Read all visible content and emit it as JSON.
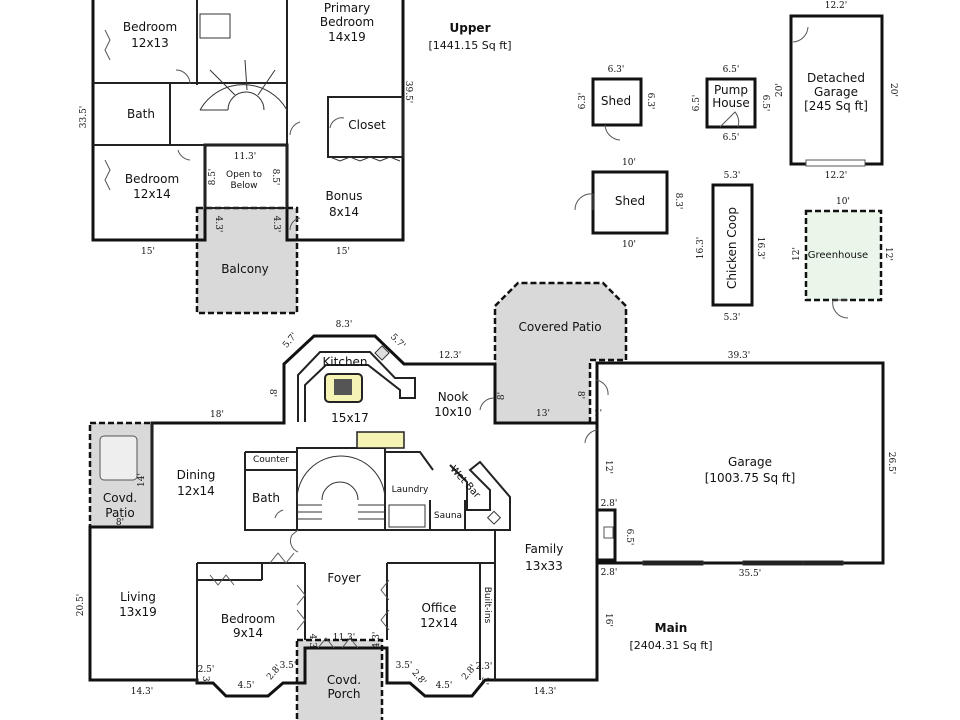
{
  "colors": {
    "living": "#f6f4b4",
    "garage": "#b6f0b0",
    "patio": "#d9d9d9",
    "shed": "#e2e2e6",
    "greenhouse": "#eaf6ea"
  },
  "upper": {
    "title": "Upper",
    "area": "[1441.15 Sq ft]",
    "bedroom1": {
      "name": "Bedroom",
      "size": "12x13"
    },
    "primary": {
      "name1": "Primary",
      "name2": "Bedroom",
      "size": "14x19"
    },
    "bath": "Bath",
    "closet": "Closet",
    "bedroom2": {
      "name": "Bedroom",
      "size": "12x14"
    },
    "open": {
      "line1": "Open to",
      "line2": "Below"
    },
    "bonus": {
      "name": "Bonus",
      "size": "8x14"
    },
    "balcony": "Balcony",
    "dims": [
      "11.3'",
      "8.5'",
      "8.5'",
      "4.3'",
      "4.3'",
      "15'",
      "15'",
      "39.5'",
      "33.5'"
    ]
  },
  "outbuildings": {
    "shed1": {
      "name": "Shed",
      "dims": [
        "6.3'",
        "6.3'",
        "6.3'"
      ]
    },
    "pump": {
      "line1": "Pump",
      "line2": "House",
      "dims": [
        "6.5'",
        "6.5'",
        "6.5'",
        "6.5'"
      ]
    },
    "detached": {
      "line1": "Detached",
      "line2": "Garage",
      "area": "[245 Sq ft]",
      "dims": [
        "12.2'",
        "20'",
        "20'",
        "12.2'"
      ]
    },
    "shed2": {
      "name": "Shed",
      "dims": [
        "10'",
        "8.3'",
        "10'"
      ]
    },
    "coop": {
      "name": "Chicken Coop",
      "dims": [
        "5.3'",
        "16.3'",
        "16.3'",
        "5.3'"
      ]
    },
    "greenhouse": {
      "name": "Greenhouse",
      "dims": [
        "10'",
        "12'",
        "12'"
      ]
    }
  },
  "main": {
    "title": "Main",
    "area": "[2404.31 Sq ft]",
    "kitchen": {
      "name": "Kitchen",
      "size": "15x17"
    },
    "nook": {
      "name": "Nook",
      "size": "10x10"
    },
    "covered_patio": "Covered Patio",
    "garage": {
      "name": "Garage",
      "area": "[1003.75 Sq ft]"
    },
    "dining": {
      "name": "Dining",
      "size": "12x14"
    },
    "covd_patio": {
      "line1": "Covd.",
      "line2": "Patio"
    },
    "counter": "Counter",
    "bath": "Bath",
    "laundry": "Laundry",
    "sauna": "Sauna",
    "wet_bar": "Wet Bar",
    "family": {
      "name": "Family",
      "size": "13x33"
    },
    "foyer": "Foyer",
    "living": {
      "name": "Living",
      "size": "13x19"
    },
    "bedroom": {
      "name": "Bedroom",
      "size": "9x14"
    },
    "office": {
      "name": "Office",
      "size": "12x14"
    },
    "builtins": "Built-ins",
    "porch": {
      "line1": "Covd.",
      "line2": "Porch"
    },
    "dims": [
      "8.3'",
      "5.7'",
      "5.7'",
      "8'",
      "18'",
      "12.3'",
      "8'",
      "13'",
      "8'",
      "1'",
      "39.3'",
      "26.5'",
      "12'",
      "2.8'",
      "6.5'",
      "2.8'",
      "35.5'",
      "14'",
      "8'",
      "20.5'",
      "11.3'",
      "4.3'",
      "4.3'",
      "16'",
      "14.3'",
      "14.3'",
      "2.5'",
      "3'",
      "4.5'",
      "2.8'",
      "3.5'",
      "3.5'",
      "2.8'",
      "4.5'",
      "2.8'",
      "2.3'",
      "3'"
    ]
  }
}
